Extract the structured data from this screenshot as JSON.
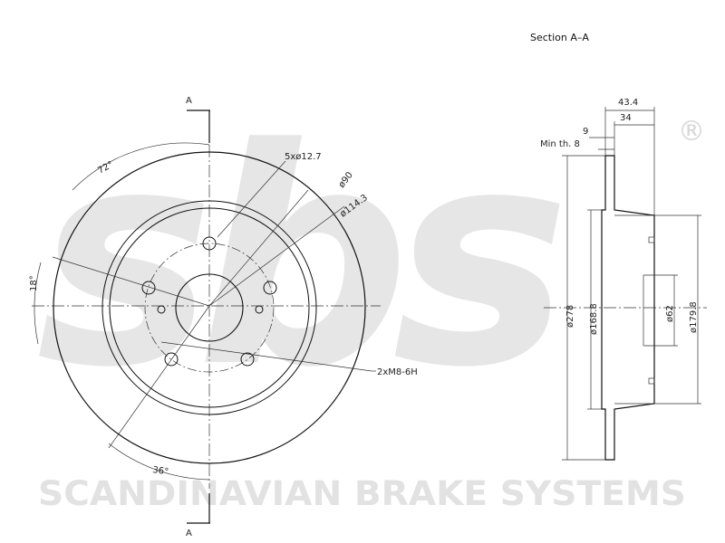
{
  "watermark": {
    "logo": "sbs",
    "registered_mark": "®",
    "brand_line": "SCANDINAVIAN BRAKE SYSTEMS"
  },
  "section": {
    "title": "Section A–A",
    "marker_top": "A",
    "marker_bottom": "A"
  },
  "front_view": {
    "bolt_holes": "5xø12.7",
    "inner_dia": "ø90",
    "pcd": "ø114.3",
    "threaded_holes": "2xM8-6H",
    "angle_top": "72°",
    "angle_left": "18°",
    "angle_bottom": "36°"
  },
  "section_view": {
    "overall_height": "43.4",
    "hat_height": "34",
    "thickness": "9",
    "min_thickness": "Min th. 8",
    "outer_dia": "ø278",
    "friction_inner_dia": "ø168.8",
    "center_bore": "ø62",
    "hat_dia": "ø179.8"
  },
  "colors": {
    "watermark": "#e4e4e4",
    "lines": "#111111"
  }
}
